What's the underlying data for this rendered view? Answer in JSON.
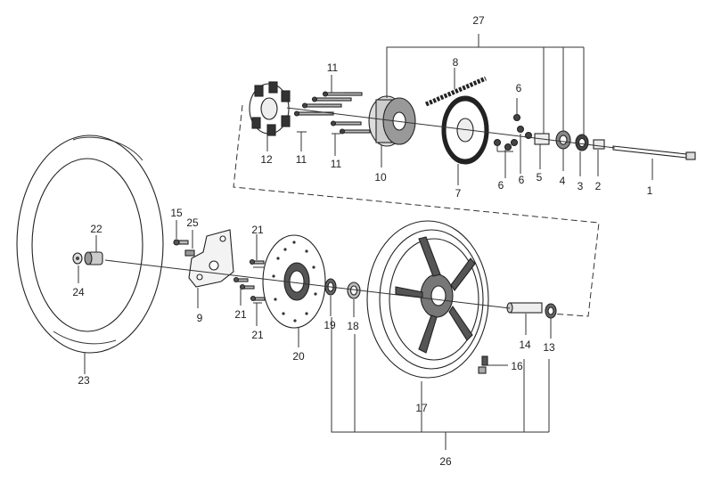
{
  "diagram": {
    "callouts": [
      {
        "id": "c1",
        "text": "1"
      },
      {
        "id": "c2",
        "text": "2"
      },
      {
        "id": "c3",
        "text": "3"
      },
      {
        "id": "c4",
        "text": "4"
      },
      {
        "id": "c5",
        "text": "5"
      },
      {
        "id": "c6a",
        "text": "6"
      },
      {
        "id": "c6b",
        "text": "6"
      },
      {
        "id": "c6c",
        "text": "6"
      },
      {
        "id": "c7",
        "text": "7"
      },
      {
        "id": "c8",
        "text": "8"
      },
      {
        "id": "c9",
        "text": "9"
      },
      {
        "id": "c10",
        "text": "10"
      },
      {
        "id": "c11a",
        "text": "11"
      },
      {
        "id": "c11b",
        "text": "11"
      },
      {
        "id": "c11c",
        "text": "11"
      },
      {
        "id": "c12",
        "text": "12"
      },
      {
        "id": "c13",
        "text": "13"
      },
      {
        "id": "c14",
        "text": "14"
      },
      {
        "id": "c15",
        "text": "15"
      },
      {
        "id": "c16",
        "text": "16"
      },
      {
        "id": "c17",
        "text": "17"
      },
      {
        "id": "c18",
        "text": "18"
      },
      {
        "id": "c19",
        "text": "19"
      },
      {
        "id": "c20",
        "text": "20"
      },
      {
        "id": "c21a",
        "text": "21"
      },
      {
        "id": "c21b",
        "text": "21"
      },
      {
        "id": "c21c",
        "text": "21"
      },
      {
        "id": "c22",
        "text": "22"
      },
      {
        "id": "c23",
        "text": "23"
      },
      {
        "id": "c24",
        "text": "24"
      },
      {
        "id": "c25",
        "text": "25"
      },
      {
        "id": "c26",
        "text": "26"
      },
      {
        "id": "c27",
        "text": "27"
      }
    ]
  }
}
